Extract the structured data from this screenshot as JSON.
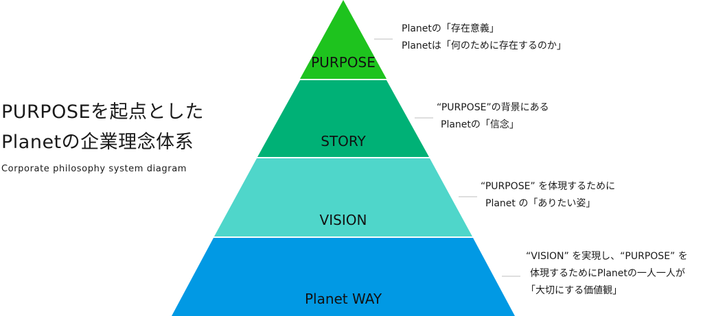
{
  "heading": {
    "line1": "PURPOSEを起点とした",
    "line2": "Planetの企業理念体系",
    "subtitle": "Corporate philosophy system diagram"
  },
  "tiers": [
    {
      "label": "PURPOSE",
      "color": "#1ec31e",
      "description": [
        "Planetの「存在意義」",
        "Planetは「何のために存在するのか」"
      ]
    },
    {
      "label": "STORY",
      "color": "#00b176",
      "description": [
        "“PURPOSE”の背景にある",
        "Planetの「信念」"
      ]
    },
    {
      "label": "VISION",
      "color": "#4fd6ca",
      "description": [
        "“PURPOSE” を体現するために",
        "Planet の「ありたい姿」"
      ]
    },
    {
      "label": "Planet WAY",
      "color": "#0199e4",
      "description": [
        "“VISION” を実現し、“PURPOSE” を",
        "体現するためにPlanetの一人一人が",
        "「大切にする価値観」"
      ]
    }
  ]
}
